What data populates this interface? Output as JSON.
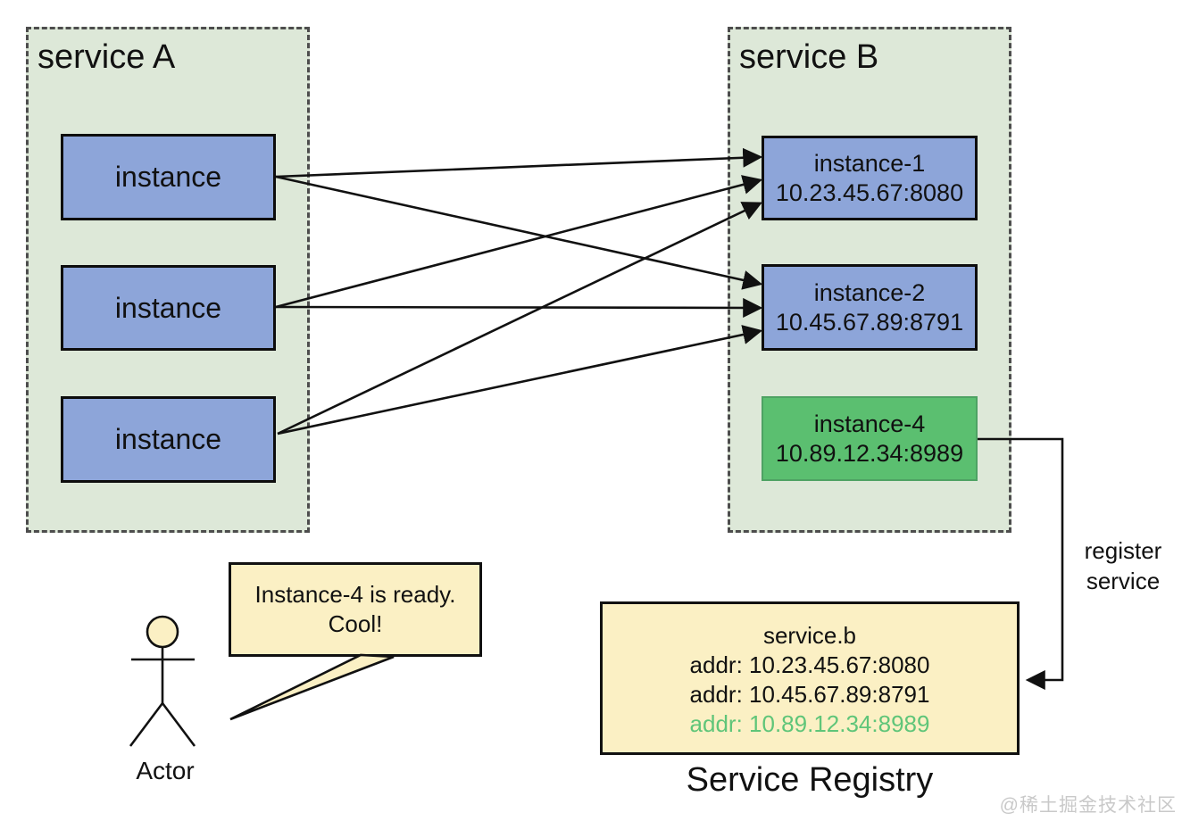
{
  "diagram": {
    "service_a": {
      "title": "service A",
      "instances": [
        {
          "label": "instance"
        },
        {
          "label": "instance"
        },
        {
          "label": "instance"
        }
      ]
    },
    "service_b": {
      "title": "service B",
      "instances": [
        {
          "name": "instance-1",
          "addr": "10.23.45.67:8080",
          "status": "existing"
        },
        {
          "name": "instance-2",
          "addr": "10.45.67.89:8791",
          "status": "existing"
        },
        {
          "name": "instance-4",
          "addr": "10.89.12.34:8989",
          "status": "new"
        }
      ]
    },
    "actor": {
      "label": "Actor",
      "speech_line1": "Instance-4 is ready.",
      "speech_line2": "Cool!"
    },
    "registry": {
      "caption": "Service Registry",
      "service_name": "service.b",
      "entries": [
        {
          "text": "addr: 10.23.45.67:8080",
          "highlight": false
        },
        {
          "text": "addr: 10.45.67.89:8791",
          "highlight": false
        },
        {
          "text": "addr: 10.89.12.34:8989",
          "highlight": true
        }
      ]
    },
    "register_arrow": {
      "label_line1": "register",
      "label_line2": "service"
    },
    "watermark": "@稀土掘金技术社区",
    "colors": {
      "container_bg": "#dde8d8",
      "container_border": "#4d4d4d",
      "instance_blue": "#8da5d9",
      "instance_green": "#5bbf70",
      "note_yellow": "#fbf0c4",
      "highlight_text_green": "#5fc579",
      "stroke_black": "#111111"
    }
  }
}
